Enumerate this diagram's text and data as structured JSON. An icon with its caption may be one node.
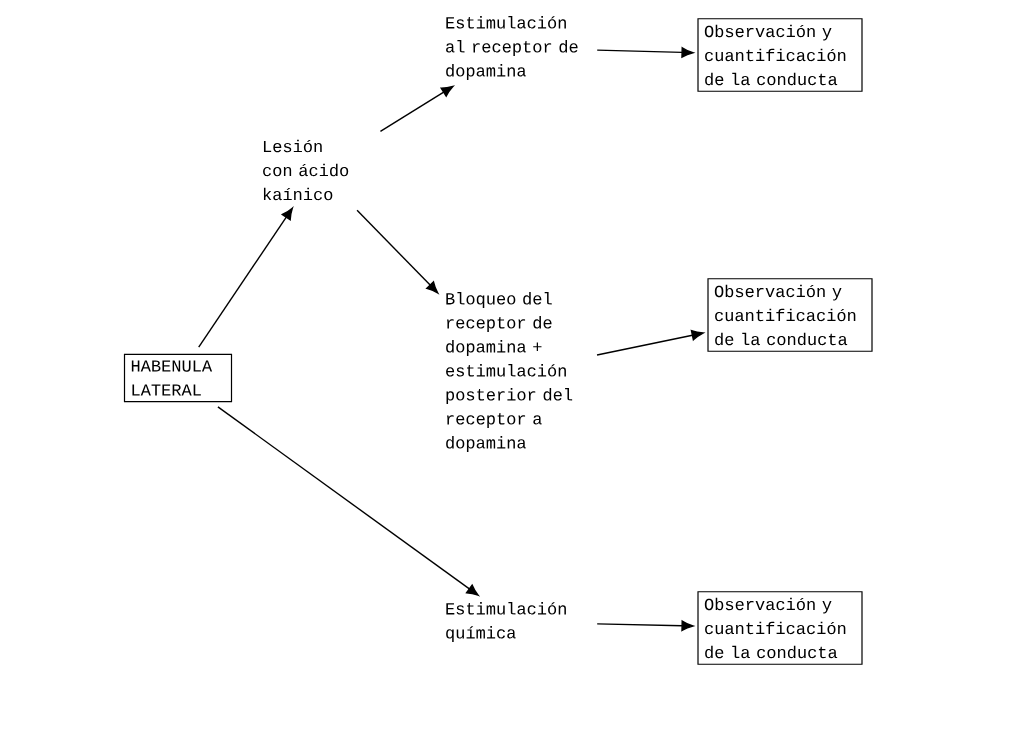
{
  "diagram": {
    "nodes": [
      {
        "text": [
          "HABENULA LATERAL"
        ]
      },
      {
        "text": [
          "Lesión con ácido kaínico"
        ]
      },
      {
        "text": [
          "Estimulación al receptor de dopamina"
        ]
      },
      {
        "text": [
          "Observación y cuantificación de la conducta"
        ]
      },
      {
        "text": [
          "Bloqueo del receptor de dopamina + estimulación posterior del receptor a dopamina"
        ]
      },
      {
        "text": [
          "Observación y cuantificación de la conducta"
        ]
      },
      {
        "text": [
          "Estimulación química"
        ]
      },
      {
        "text": [
          "Observación y cuantificación de la conducta"
        ]
      }
    ],
    "edges": [
      {
        "from": 0,
        "to": 1,
        "arrow": "to"
      },
      {
        "from": 1,
        "to": 2,
        "arrow": "to"
      },
      {
        "from": 2,
        "to": 3,
        "arrow": "to"
      },
      {
        "from": 1,
        "to": 4,
        "arrow": "to"
      },
      {
        "from": 4,
        "to": 5,
        "arrow": "to"
      },
      {
        "from": 0,
        "to": 6,
        "arrow": "to"
      },
      {
        "from": 6,
        "to": 7,
        "arrow": "to"
      }
    ]
  }
}
